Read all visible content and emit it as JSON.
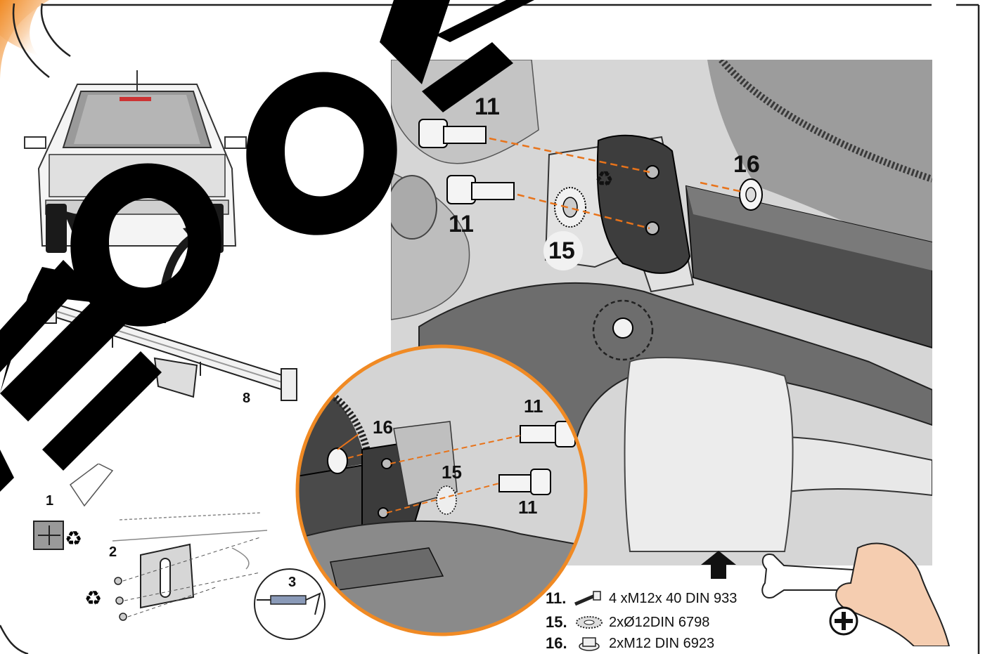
{
  "main_photo": {
    "callouts": {
      "bolt_top": "11",
      "bolt_bottom": "11",
      "washer": "15",
      "nut": "16"
    }
  },
  "zoom_inset": {
    "callouts": {
      "nut": "16",
      "bolt_top": "11",
      "washer": "15",
      "bolt_bottom": "11"
    }
  },
  "towbar_part": {
    "label": "8"
  },
  "steps": {
    "step1": "1",
    "step2": "2",
    "step3": "3"
  },
  "parts_list": [
    {
      "num": "11.",
      "desc": "4 xM12x 40 DIN 933",
      "icon": "bolt-icon"
    },
    {
      "num": "15.",
      "desc": "2xØ12DIN 6798",
      "icon": "serrated-washer-icon"
    },
    {
      "num": "16.",
      "desc": "2xM12  DIN 6923",
      "icon": "flange-nut-icon"
    }
  ],
  "icons": {
    "recycle": "recycle-icon",
    "torque": "plus-circle-icon",
    "wrench": "wrench-icon",
    "arrow": "up-arrow-icon"
  },
  "colors": {
    "accent_orange": "#f08a24",
    "watermark": "#000000",
    "dash_orange": "#e8731a",
    "metal_dark": "#4a4a4a",
    "metal_light": "#cfcfcf"
  }
}
